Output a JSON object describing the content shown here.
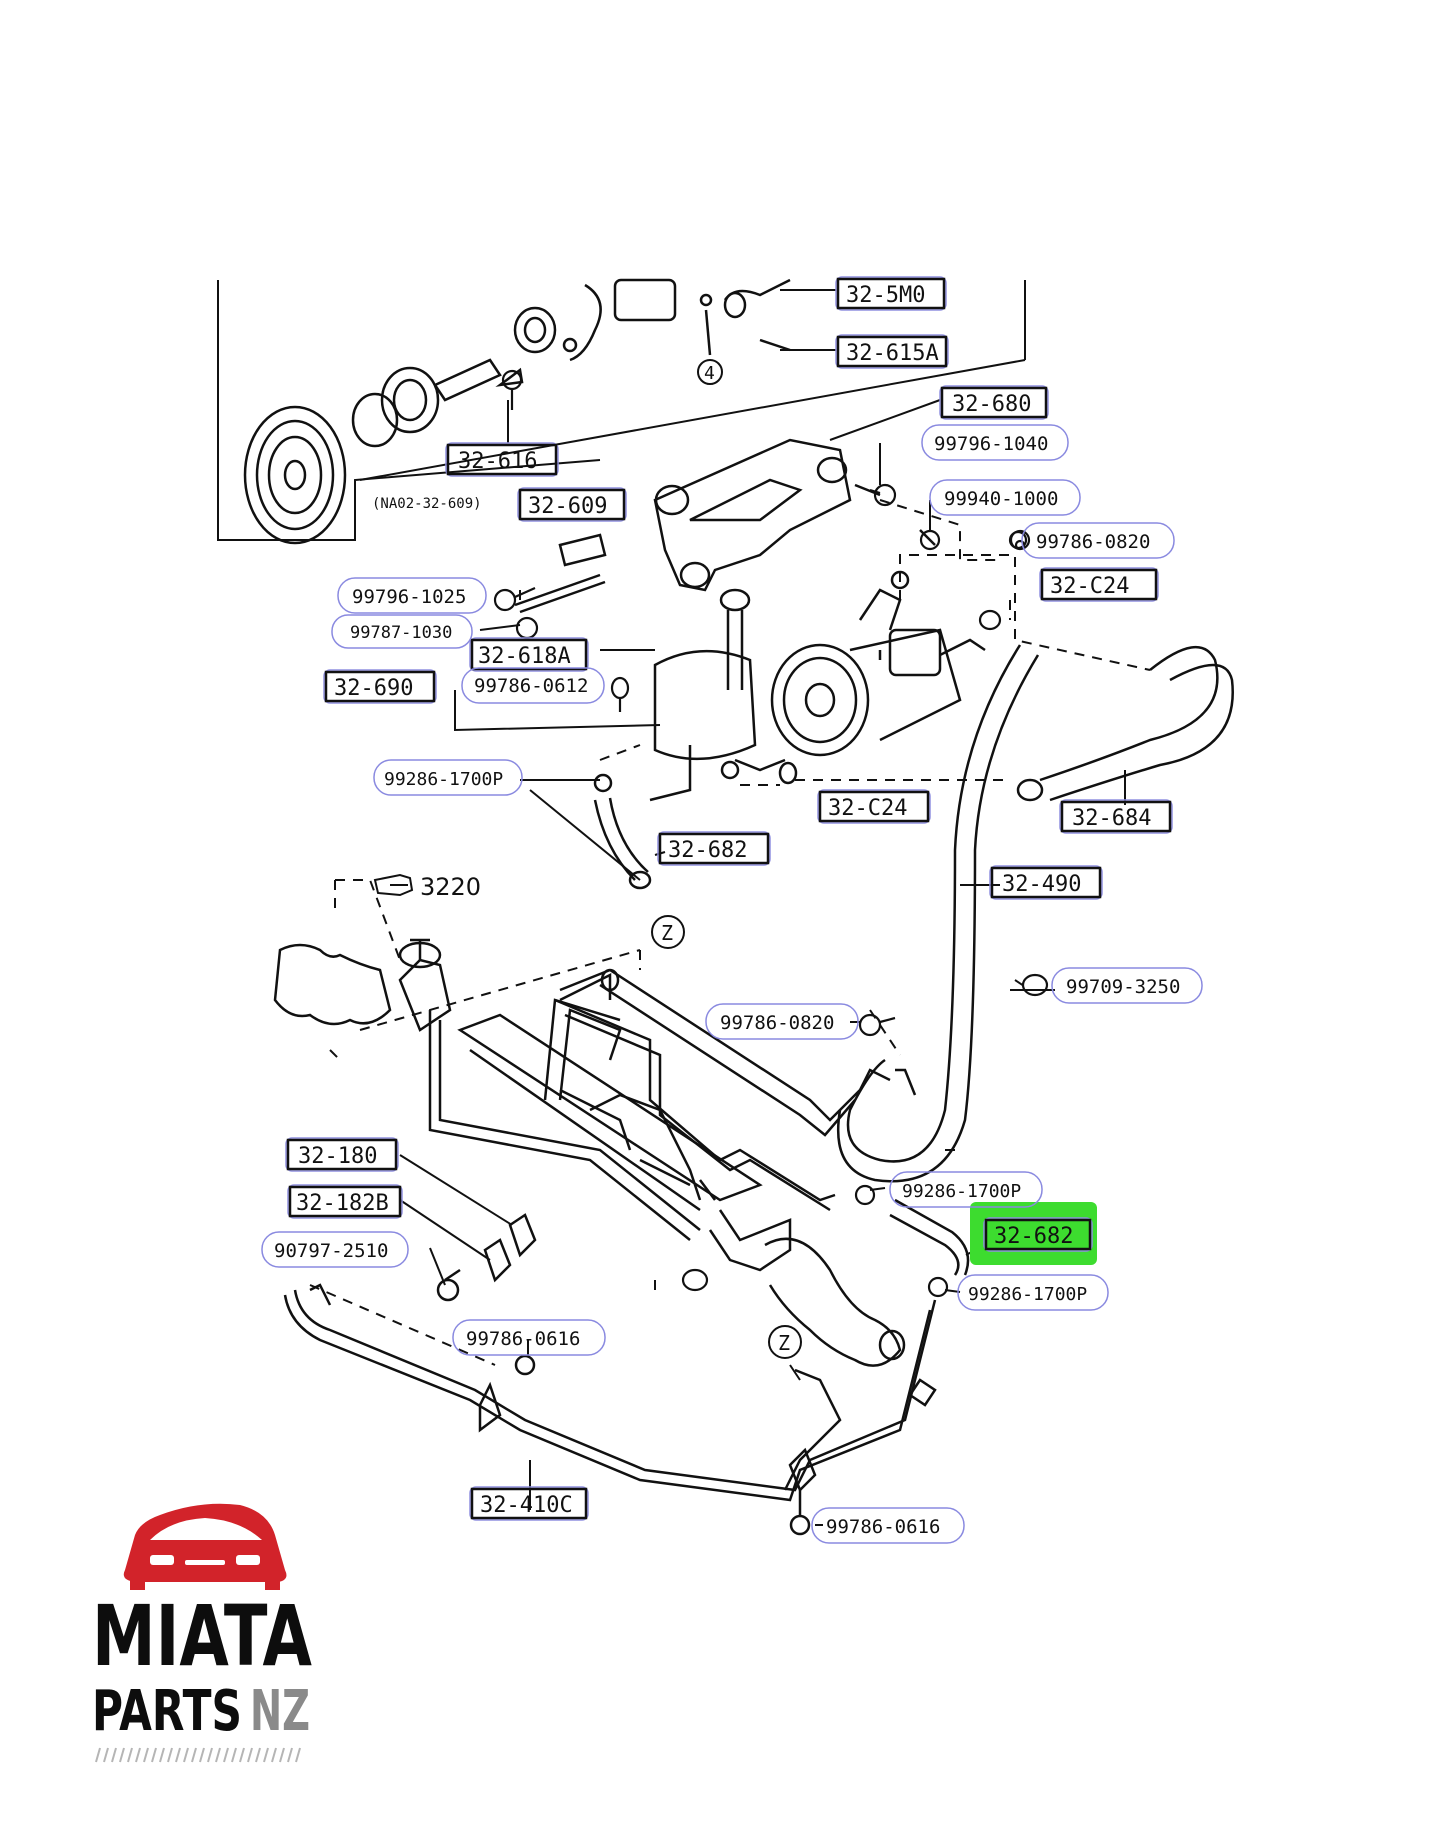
{
  "brand": {
    "line1": "MIATA",
    "line2_a": "PARTS",
    "line2_b": "NZ",
    "logo_color": "#d2232a"
  },
  "colors": {
    "highlight": "#3ddc2f",
    "box_outline": "#1a1a8a",
    "oval_outline": "#8a8ae0",
    "ink": "#111111"
  },
  "ref_note": "(NA02-32-609)",
  "diagram_ref": "3220",
  "boxed_labels": {
    "l_32_5M0": "32-5M0",
    "l_32_615A": "32-615A",
    "l_32_680": "32-680",
    "l_32_616": "32-616",
    "l_32_609": "32-609",
    "l_32_C24_top": "32-C24",
    "l_32_618A": "32-618A",
    "l_32_690": "32-690",
    "l_32_C24_mid": "32-C24",
    "l_32_684": "32-684",
    "l_32_682_mid": "32-682",
    "l_32_490": "32-490",
    "l_32_180": "32-180",
    "l_32_182B": "32-182B",
    "l_32_682_hl": "32-682",
    "l_32_410C": "32-410C"
  },
  "oval_labels": {
    "o_99796_1040": "99796-1040",
    "o_99940_1000": "99940-1000",
    "o_99786_0820_top": "99786-0820",
    "o_99796_1025": "99796-1025",
    "o_99787_1030": "99787-1030",
    "o_99786_0612": "99786-0612",
    "o_99286_1700P_a": "99286-1700P",
    "o_99709_3250": "99709-3250",
    "o_99786_0820_mid": "99786-0820",
    "o_99286_1700P_b": "99286-1700P",
    "o_90797_2510": "90797-2510",
    "o_99286_1700P_c": "99286-1700P",
    "o_99786_0616_a": "99786-0616",
    "o_99786_0616_b": "99786-0616"
  },
  "circle_labels": {
    "c4": "4",
    "cZ1": "Z",
    "cZ2": "Z"
  }
}
